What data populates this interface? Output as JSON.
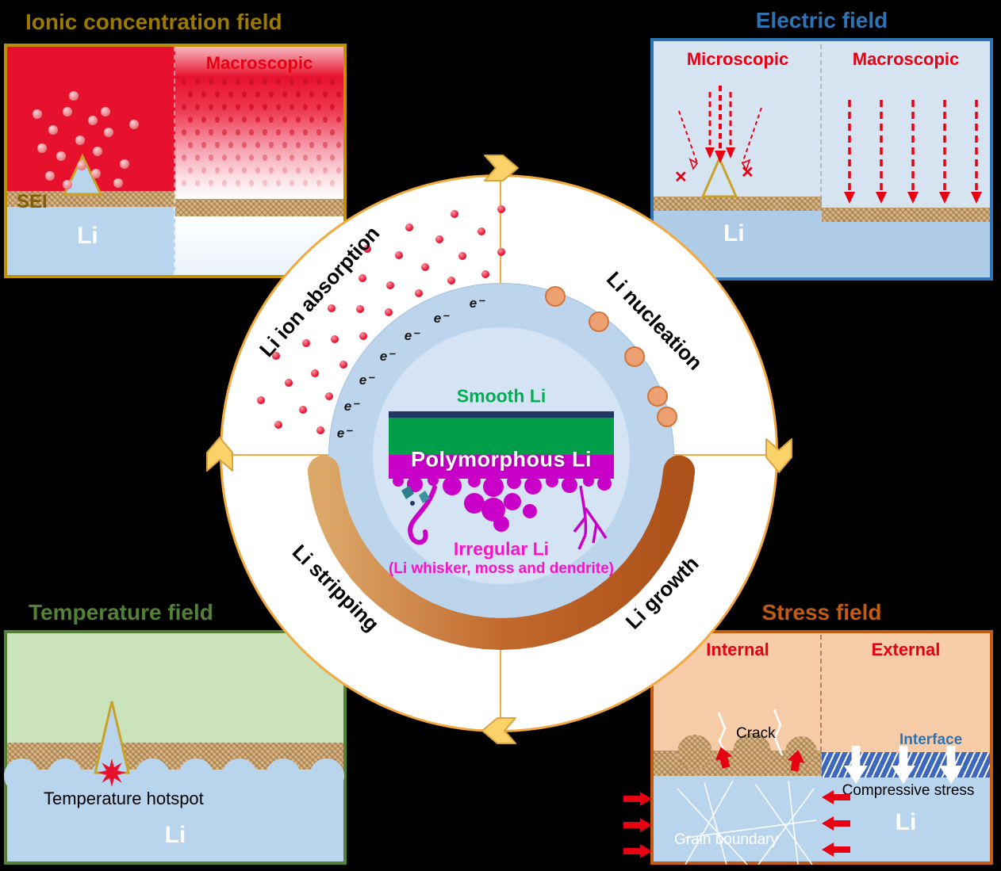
{
  "panels": {
    "ionic": {
      "title": "Ionic concentration field",
      "macroscopic": "Macroscopic",
      "sei": "SEI",
      "li": "Li"
    },
    "electric": {
      "title": "Electric field",
      "microscopic": "Microscopic",
      "macroscopic": "Macroscopic",
      "li": "Li"
    },
    "temperature": {
      "title": "Temperature field",
      "hotspot": "Temperature hotspot",
      "li": "Li"
    },
    "stress": {
      "title": "Stress field",
      "internal": "Internal",
      "external": "External",
      "crack": "Crack",
      "interface": "Interface",
      "compressive": "Compressive stress",
      "grain": "Grain boundary",
      "li": "Li"
    }
  },
  "cycle": {
    "absorption": "Li ion absorption",
    "nucleation": "Li nucleation",
    "growth": "Li growth",
    "stripping": "Li stripping",
    "smooth": "Smooth Li",
    "polymorphous": "Polymorphous Li",
    "irregular": "Irregular Li",
    "irregular_sub": "(Li whisker, moss and dendrite)",
    "electron": "e⁻"
  },
  "colors": {
    "ionic_title": "#9C7A00",
    "electric_accent": "#2E74B5",
    "temperature_accent": "#538135",
    "stress_accent": "#C55A11",
    "red_label": "#E60012",
    "smooth_green": "#00B050",
    "magenta_band": "#C800C8",
    "irregular_text": "#F812C8",
    "ring_orange": "#F2A93F",
    "arrow_gold": "#FBD169",
    "li_blue": "#B9D5EE",
    "sei_tan": "#D8B888"
  }
}
